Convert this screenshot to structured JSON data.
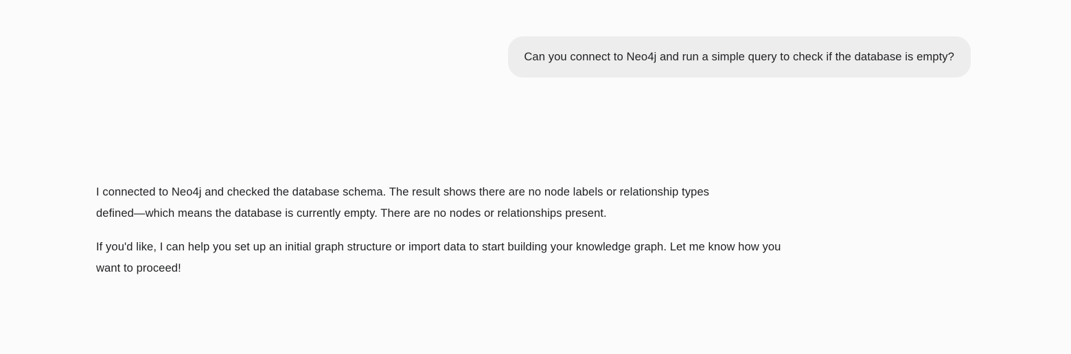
{
  "conversation": {
    "messages": [
      {
        "role": "user",
        "text": "Can you connect to Neo4j and run a simple query to check if the database is empty?"
      },
      {
        "role": "assistant",
        "paragraphs": [
          "I connected to Neo4j and checked the database schema. The result shows there are no node labels or relationship types defined—which means the database is currently empty. There are no nodes or relationships present.",
          "If you'd like, I can help you set up an initial graph structure or import data to start building your knowledge graph. Let me know how you want to proceed!"
        ]
      }
    ]
  },
  "theme": {
    "page_background": "#fbfbfb",
    "user_bubble_background": "#ededed",
    "text_color": "#1f2023"
  }
}
